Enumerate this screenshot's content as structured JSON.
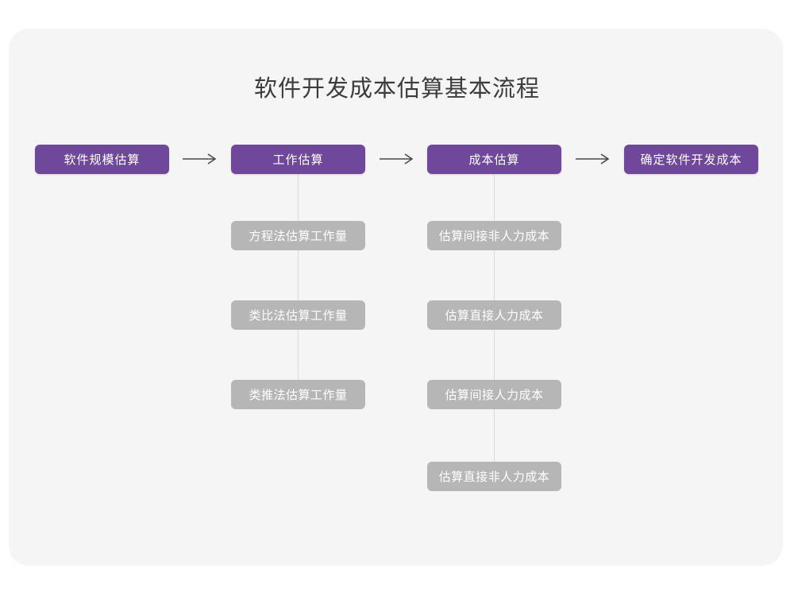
{
  "page": {
    "background_color": "#ffffff",
    "card_color": "#f5f5f5"
  },
  "diagram": {
    "title": "软件开发成本估算基本流程",
    "accent_color": "#70489b",
    "sub_color": "#b6b6b6",
    "line_color": "#d9d9d9",
    "arrow_glyph": "→",
    "stages": [
      {
        "label": "软件规模估算",
        "children": []
      },
      {
        "label": "工作估算",
        "children": [
          "方程法估算工作量",
          "类比法估算工作量",
          "类推法估算工作量"
        ]
      },
      {
        "label": "成本估算",
        "children": [
          "估算间接非人力成本",
          "估算直接人力成本",
          "估算间接人力成本",
          "估算直接非人力成本"
        ]
      },
      {
        "label": "确定软件开发成本",
        "children": []
      }
    ],
    "arrows": [
      {
        "name": "arrow-stage1-stage2"
      },
      {
        "name": "arrow-stage2-stage3"
      },
      {
        "name": "arrow-stage3-stage4"
      }
    ]
  },
  "chart_data": {
    "type": "diagram",
    "title": "软件开发成本估算基本流程",
    "nodes": [
      {
        "id": "s1",
        "label": "软件规模估算",
        "level": 1,
        "column": 1
      },
      {
        "id": "s2",
        "label": "工作估算",
        "level": 1,
        "column": 2
      },
      {
        "id": "s3",
        "label": "成本估算",
        "level": 1,
        "column": 3
      },
      {
        "id": "s4",
        "label": "确定软件开发成本",
        "level": 1,
        "column": 4
      },
      {
        "id": "s2a",
        "label": "方程法估算工作量",
        "level": 2,
        "column": 2
      },
      {
        "id": "s2b",
        "label": "类比法估算工作量",
        "level": 2,
        "column": 2
      },
      {
        "id": "s2c",
        "label": "类推法估算工作量",
        "level": 2,
        "column": 2
      },
      {
        "id": "s3a",
        "label": "估算间接非人力成本",
        "level": 2,
        "column": 3
      },
      {
        "id": "s3b",
        "label": "估算直接人力成本",
        "level": 2,
        "column": 3
      },
      {
        "id": "s3c",
        "label": "估算间接人力成本",
        "level": 2,
        "column": 3
      },
      {
        "id": "s3d",
        "label": "估算直接非人力成本",
        "level": 2,
        "column": 3
      }
    ],
    "edges": [
      {
        "from": "s1",
        "to": "s2",
        "style": "arrow"
      },
      {
        "from": "s2",
        "to": "s3",
        "style": "arrow"
      },
      {
        "from": "s3",
        "to": "s4",
        "style": "arrow"
      },
      {
        "from": "s2",
        "to": "s2a",
        "style": "line"
      },
      {
        "from": "s2a",
        "to": "s2b",
        "style": "line"
      },
      {
        "from": "s2b",
        "to": "s2c",
        "style": "line"
      },
      {
        "from": "s3",
        "to": "s3a",
        "style": "line"
      },
      {
        "from": "s3a",
        "to": "s3b",
        "style": "line"
      },
      {
        "from": "s3b",
        "to": "s3c",
        "style": "line"
      },
      {
        "from": "s3c",
        "to": "s3d",
        "style": "line"
      }
    ]
  }
}
